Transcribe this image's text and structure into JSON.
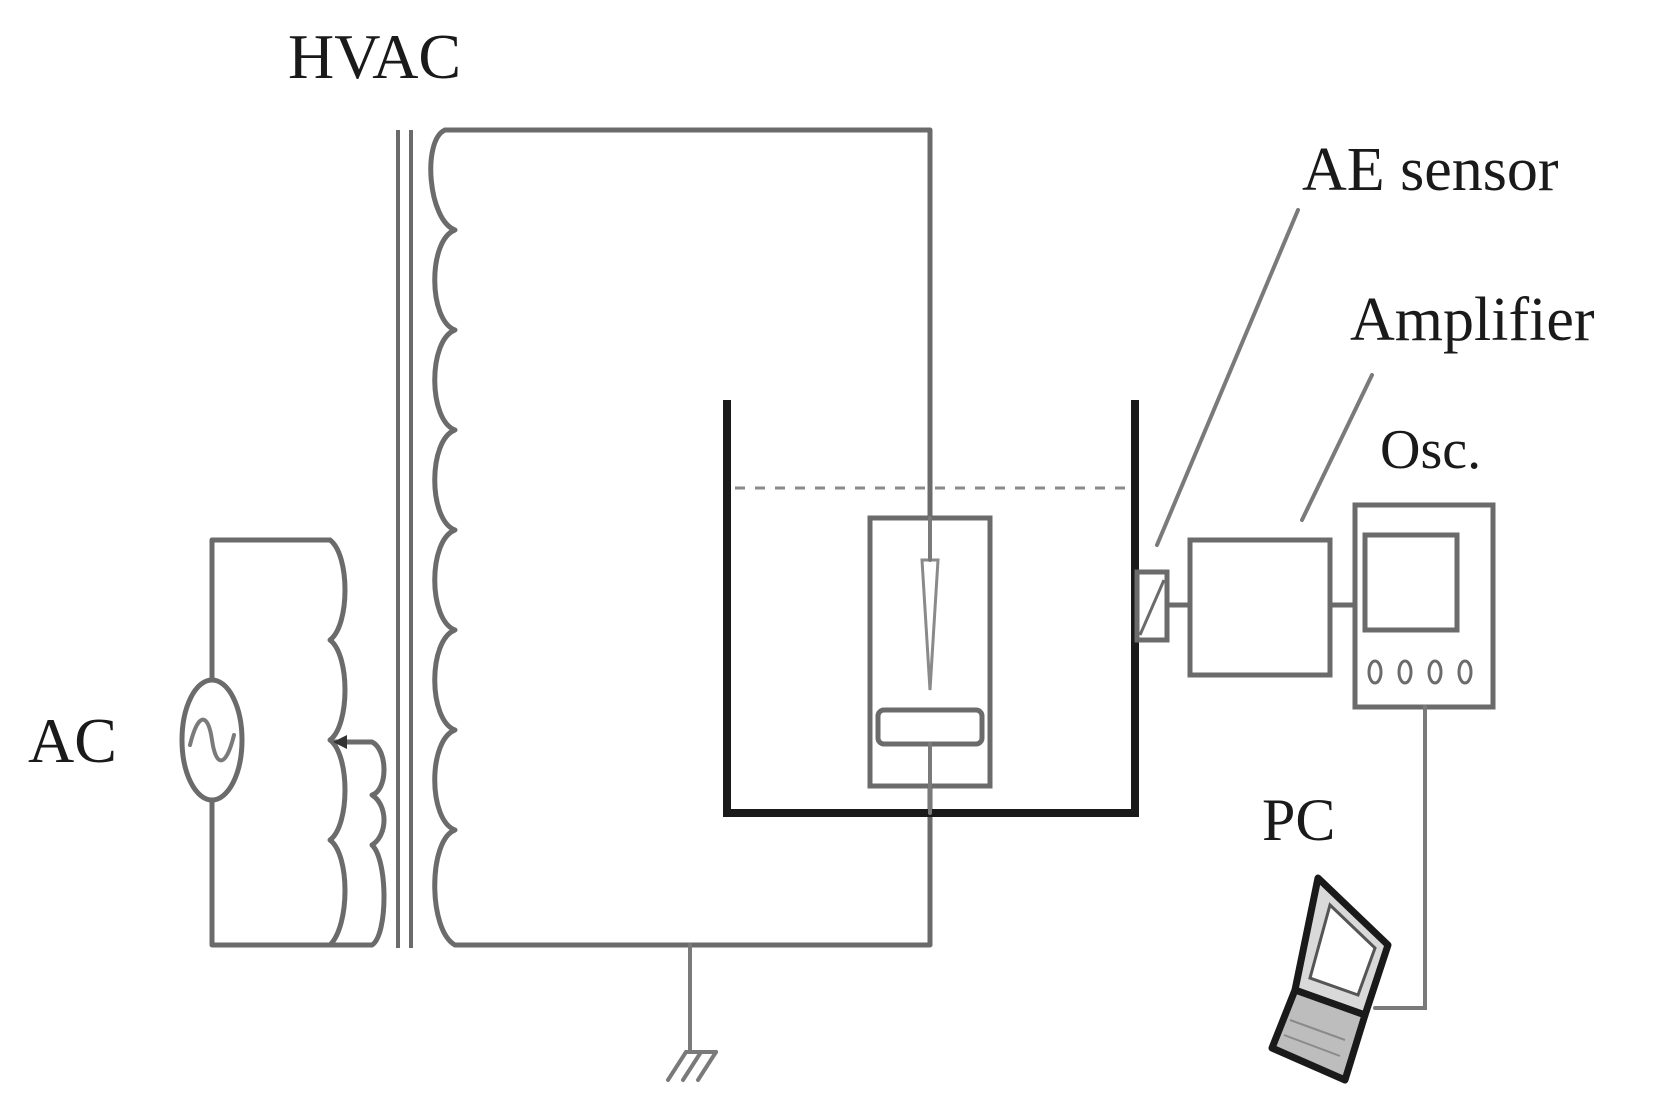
{
  "labels": {
    "hvac": "HVAC",
    "ac": "AC",
    "ae_sensor": "AE sensor",
    "amplifier": "Amplifier",
    "osc": "Osc.",
    "pc": "PC"
  },
  "colors": {
    "wire": "#6b6b6b",
    "tank": "#1a1a1a",
    "text": "#1a1a1a"
  }
}
